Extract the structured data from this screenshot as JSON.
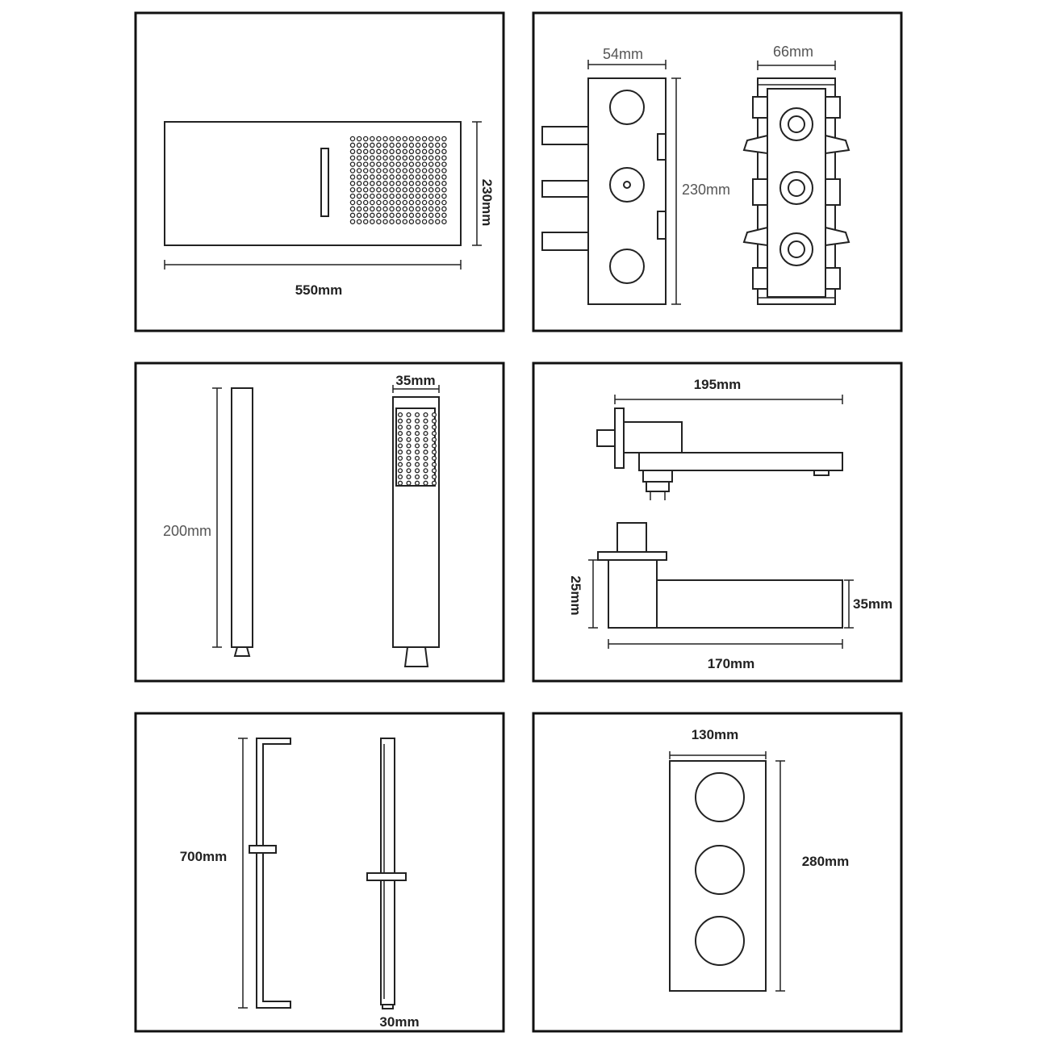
{
  "panels": {
    "rain_head": {
      "width": "550mm",
      "height": "230mm"
    },
    "valve_body": {
      "depth": "54mm",
      "width": "66mm",
      "height": "230mm"
    },
    "hand_shower": {
      "length": "200mm",
      "width": "35mm"
    },
    "spout": {
      "length_top": "195mm",
      "length_bottom": "170mm",
      "height_left": "25mm",
      "height_right": "35mm"
    },
    "slide_bar": {
      "length": "700mm",
      "width": "30mm"
    },
    "trim_plate": {
      "width": "130mm",
      "height": "280mm"
    }
  }
}
